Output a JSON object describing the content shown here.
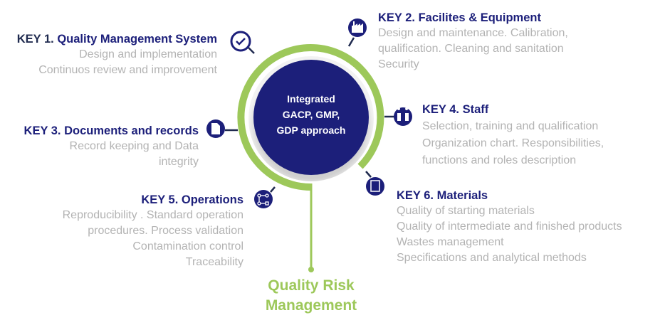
{
  "center": {
    "lines": [
      "Integrated",
      "GACP, GMP,",
      "GDP approach"
    ]
  },
  "bottom": {
    "lines": [
      "Quality Risk",
      "Management"
    ]
  },
  "keys": [
    {
      "key": "KEY 1.",
      "title": "Quality Management System",
      "icon": "magnifier-check-icon",
      "lines": [
        "Design and implementation",
        "Continuos review and improvement"
      ]
    },
    {
      "key": "KEY 2.",
      "title": "Facilites & Equipment",
      "icon": "factory-icon",
      "lines": [
        "Design and maintenance. Calibration,",
        "qualification. Cleaning and sanitation",
        "Security"
      ]
    },
    {
      "key": "KEY 3.",
      "title": "Documents and records",
      "icon": "document-icon",
      "lines": [
        "Record keeping and Data",
        "integrity"
      ]
    },
    {
      "key": "KEY 4.",
      "title": "Staff",
      "icon": "people-icon",
      "lines": [
        "Selection, training and qualification",
        "Organization chart. Responsibilities,",
        "functions and roles description"
      ]
    },
    {
      "key": "KEY 5.",
      "title": "Operations",
      "icon": "process-flow-icon",
      "lines": [
        "Reproducibility . Standard operation",
        "procedures. Process validation",
        "Contamination control",
        "Traceability"
      ]
    },
    {
      "key": "KEY 6.",
      "title": "Materials",
      "icon": "materials-bag-icon",
      "lines": [
        "Quality of starting materials",
        "Quality of intermediate and finished products",
        "Wastes management",
        "Specifications and analytical methods"
      ]
    }
  ],
  "colors": {
    "navy": "#1c1f7a",
    "green": "#9dc85a",
    "gray": "#b3b3b3"
  }
}
